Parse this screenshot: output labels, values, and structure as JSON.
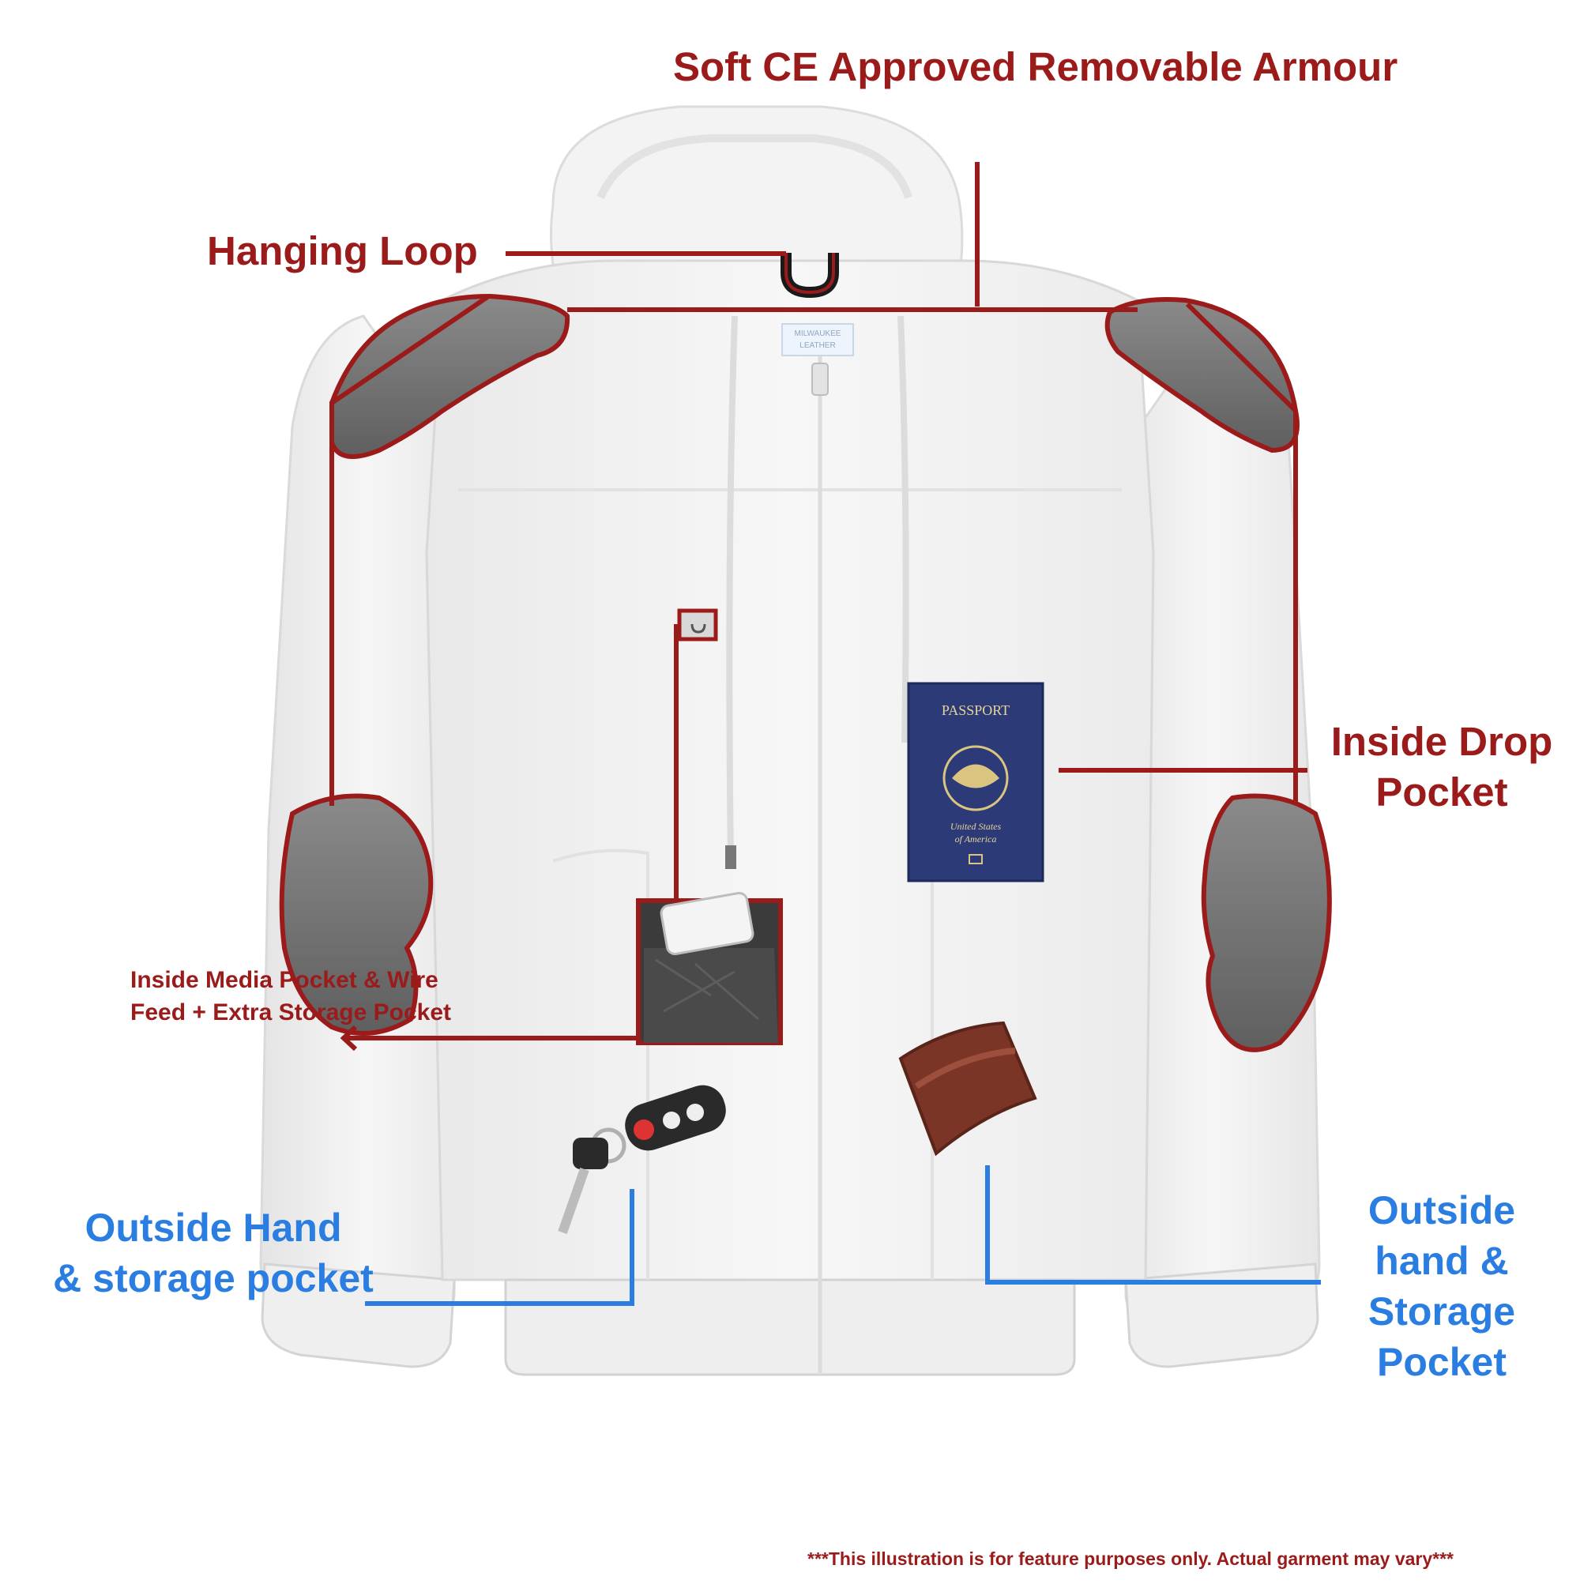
{
  "labels": {
    "armour": "Soft CE Approved Removable Armour",
    "hanging_loop": "Hanging Loop",
    "inside_drop_line1": "Inside Drop",
    "inside_drop_line2": "Pocket",
    "media_line1": "Inside Media Pocket & Wire",
    "media_line2": "Feed + Extra Storage Pocket",
    "outside_left_line1": "Outside Hand",
    "outside_left_line2": "& storage pocket",
    "outside_right_line1": "Outside",
    "outside_right_line2": "hand &",
    "outside_right_line3": "Storage",
    "outside_right_line4": "Pocket",
    "disclaimer": "***This illustration is for feature purposes only.  Actual garment may vary***"
  },
  "passport": {
    "title": "PASSPORT",
    "country_line1": "United States",
    "country_line2": "of America"
  },
  "brand_tag": {
    "line1": "MILWAUKEE",
    "line2": "LEATHER"
  },
  "colors": {
    "callout_red": "#9b1b1b",
    "callout_blue": "#2a7de1",
    "armour_grey": "#6f6f6f",
    "garment_white": "#f2f2f2",
    "passport_navy": "#2c3a78",
    "wallet_brown": "#7a3526"
  }
}
